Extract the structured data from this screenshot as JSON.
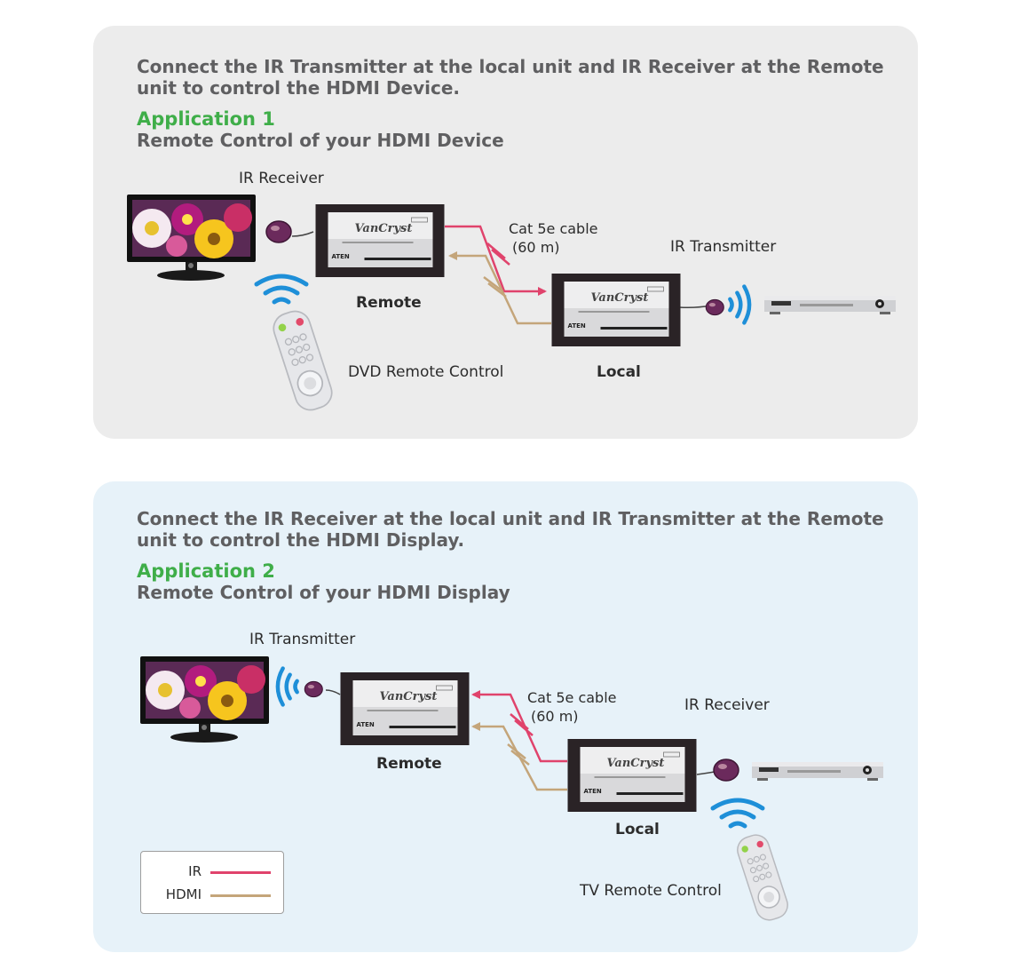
{
  "colors": {
    "ir_line": "#e0436c",
    "hdmi_line": "#c4a57a",
    "signal_wave": "#1e8fd8",
    "heading_green": "#3fae49",
    "panel1_bg": "#ececec",
    "panel2_bg": "#e7f2f9"
  },
  "app1": {
    "description": "Connect the IR Transmitter at the local unit and IR Receiver at the Remote unit to control the HDMI Device.",
    "title": "Application 1",
    "subtitle": "Remote Control of your HDMI Device",
    "labels": {
      "ir_receiver": "IR Receiver",
      "ir_transmitter": "IR Transmitter",
      "cable_line1": "Cat 5e cable",
      "cable_line2": "(60 m)",
      "remote_unit": "Remote",
      "local_unit": "Local",
      "remote_control": "DVD Remote Control"
    }
  },
  "app2": {
    "description": "Connect the IR Receiver at the local unit and IR Transmitter at the Remote unit to control the HDMI Display.",
    "title": "Application 2",
    "subtitle": "Remote Control of your HDMI Display",
    "labels": {
      "ir_transmitter": "IR Transmitter",
      "ir_receiver": "IR Receiver",
      "cable_line1": "Cat 5e cable",
      "cable_line2": "(60 m)",
      "remote_unit": "Remote",
      "local_unit": "Local",
      "remote_control": "TV Remote Control"
    }
  },
  "devices": {
    "brand": "VanCryst",
    "maker": "ATEN"
  },
  "legend": {
    "ir": "IR",
    "hdmi": "HDMI"
  }
}
